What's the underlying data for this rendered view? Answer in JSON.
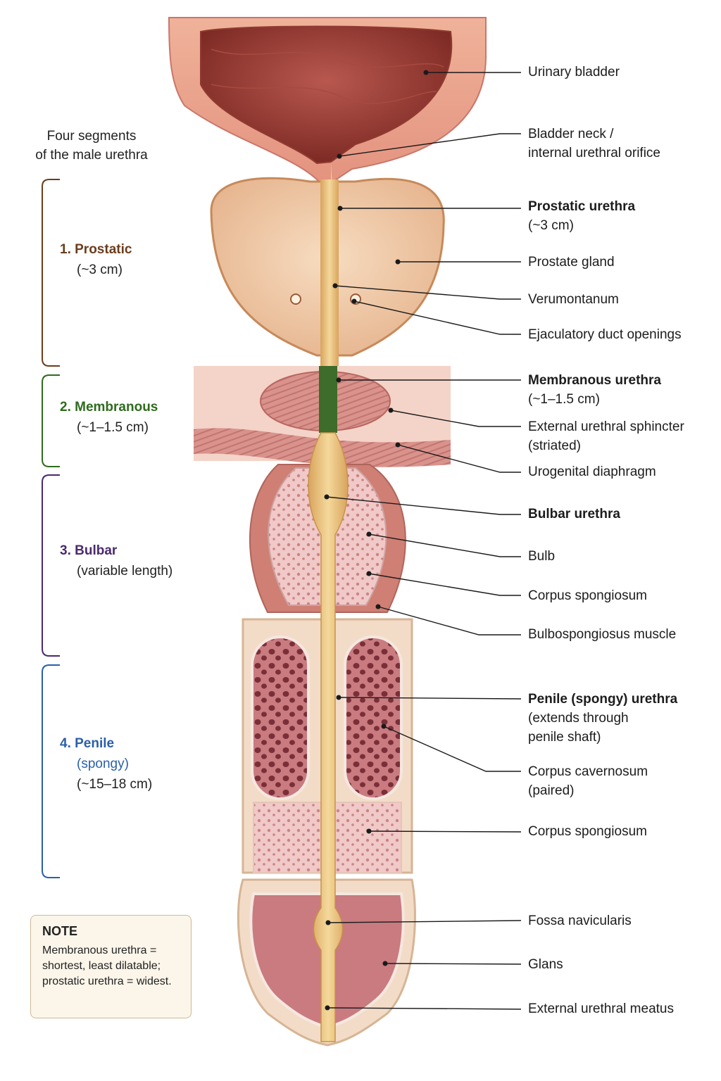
{
  "title": [
    "Four segments",
    "of the male urethra"
  ],
  "segments": [
    {
      "name": "1. Prostatic",
      "detail": [
        "(~3 cm)"
      ],
      "color": "#6b3d1c"
    },
    {
      "name": "2. Membranous",
      "detail": [
        "(~1–1.5 cm)"
      ],
      "color": "#2f6b1e"
    },
    {
      "name": "3. Bulbar",
      "detail": [
        "(variable length)"
      ],
      "color": "#4a2a6e"
    },
    {
      "name": "4. Penile",
      "detail": [
        "(spongy)",
        "(~15–18 cm)"
      ],
      "color": "#2b5fa8"
    }
  ],
  "labels": [
    {
      "id": "urinary-bladder",
      "lines": [
        "Urinary bladder"
      ]
    },
    {
      "id": "bladder-neck",
      "lines": [
        "Bladder neck /",
        "internal urethral orifice"
      ]
    },
    {
      "id": "prostatic-urethra",
      "lines": [
        "Prostatic urethra",
        "(~3 cm)"
      ]
    },
    {
      "id": "prostate-gland",
      "lines": [
        "Prostate gland"
      ]
    },
    {
      "id": "verumontanum",
      "lines": [
        "Verumontanum"
      ]
    },
    {
      "id": "ejaculatory-duct-openings",
      "lines": [
        "Ejaculatory duct openings"
      ]
    },
    {
      "id": "membranous-urethra",
      "lines": [
        "Membranous urethra",
        "(~1–1.5 cm)"
      ]
    },
    {
      "id": "external-urethral-sphincter",
      "lines": [
        "External urethral sphincter",
        "(striated)"
      ]
    },
    {
      "id": "urogenital-diaphragm",
      "lines": [
        "Urogenital diaphragm"
      ]
    },
    {
      "id": "bulbar-urethra",
      "lines": [
        "Bulbar urethra"
      ]
    },
    {
      "id": "bulb",
      "lines": [
        "Bulb"
      ]
    },
    {
      "id": "corpus-spongiosum-upper",
      "lines": [
        "Corpus spongiosum"
      ]
    },
    {
      "id": "bulbospongiosus-muscle",
      "lines": [
        "Bulbospongiosus muscle"
      ]
    },
    {
      "id": "penile-urethra",
      "lines": [
        "Penile (spongy) urethra",
        "(extends through",
        "penile shaft)"
      ]
    },
    {
      "id": "corpus-cavernosum",
      "lines": [
        "Corpus cavernosum",
        "(paired)"
      ]
    },
    {
      "id": "corpus-spongiosum-lower",
      "lines": [
        "Corpus spongiosum"
      ]
    },
    {
      "id": "fossa-navicularis",
      "lines": [
        "Fossa navicularis"
      ]
    },
    {
      "id": "glans",
      "lines": [
        "Glans"
      ]
    },
    {
      "id": "external-urethral-meatus",
      "lines": [
        "External urethral meatus"
      ]
    }
  ],
  "note": {
    "title": "NOTE",
    "body": "Membranous urethra = shortest, least dilatable; prostatic urethra = widest."
  }
}
